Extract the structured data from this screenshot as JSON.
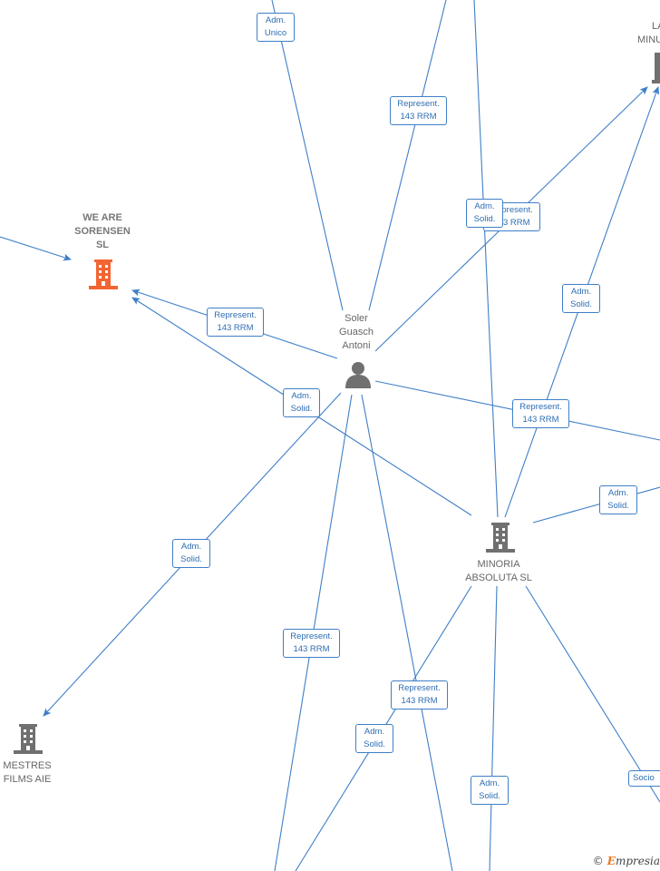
{
  "colors": {
    "edge": "#3f7fc8",
    "company_gray": "#707070",
    "company_highlight": "#f26532",
    "person": "#707070"
  },
  "nodes": {
    "we_are_sorensen": {
      "lines": [
        "WE ARE",
        "SORENSEN",
        "SL"
      ],
      "icon": "building-icon",
      "color": "#f26532"
    },
    "soler_guasch": {
      "lines": [
        "Soler",
        "Guasch",
        "Antoni"
      ],
      "icon": "person-icon"
    },
    "minoria_absoluta": {
      "lines": [
        "MINORIA",
        "ABSOLUTA SL"
      ],
      "icon": "building-icon"
    },
    "mestres_films": {
      "lines": [
        "MESTRES",
        "FILMS  AIE"
      ],
      "icon": "building-icon"
    },
    "la_minu_partial": {
      "lines": [
        "LA",
        "MINU"
      ],
      "icon": "building-icon"
    }
  },
  "edge_labels": [
    {
      "id": "adm-unico-top",
      "lines": [
        "Adm.",
        "Unico"
      ]
    },
    {
      "id": "represent-top",
      "lines": [
        "Represent.",
        "143 RRM"
      ]
    },
    {
      "id": "represent-right-hidden",
      "lines": [
        "Represent.",
        "143 RRM"
      ]
    },
    {
      "id": "adm-solid-top-center",
      "lines": [
        "Adm.",
        "Solid."
      ]
    },
    {
      "id": "adm-solid-right-upper",
      "lines": [
        "Adm.",
        "Solid."
      ]
    },
    {
      "id": "represent-left",
      "lines": [
        "Represent.",
        "143 RRM"
      ]
    },
    {
      "id": "adm-solid-left",
      "lines": [
        "Adm.",
        "Solid."
      ]
    },
    {
      "id": "represent-right",
      "lines": [
        "Represent.",
        "143 RRM"
      ]
    },
    {
      "id": "adm-solid-right-mid",
      "lines": [
        "Adm.",
        "Solid."
      ]
    },
    {
      "id": "adm-solid-lower-left",
      "lines": [
        "Adm.",
        "Solid."
      ]
    },
    {
      "id": "represent-bottom-left",
      "lines": [
        "Represent.",
        "143 RRM"
      ]
    },
    {
      "id": "represent-bottom-center",
      "lines": [
        "Represent.",
        "143 RRM"
      ]
    },
    {
      "id": "adm-solid-bottom-left",
      "lines": [
        "Adm.",
        "Solid."
      ]
    },
    {
      "id": "adm-solid-bottom-center",
      "lines": [
        "Adm.",
        "Solid."
      ]
    },
    {
      "id": "socio-right",
      "lines": [
        "Socio"
      ]
    }
  ],
  "footer": {
    "copyright_symbol": "©",
    "brand_initial": "E",
    "brand_rest": "mpresia"
  }
}
